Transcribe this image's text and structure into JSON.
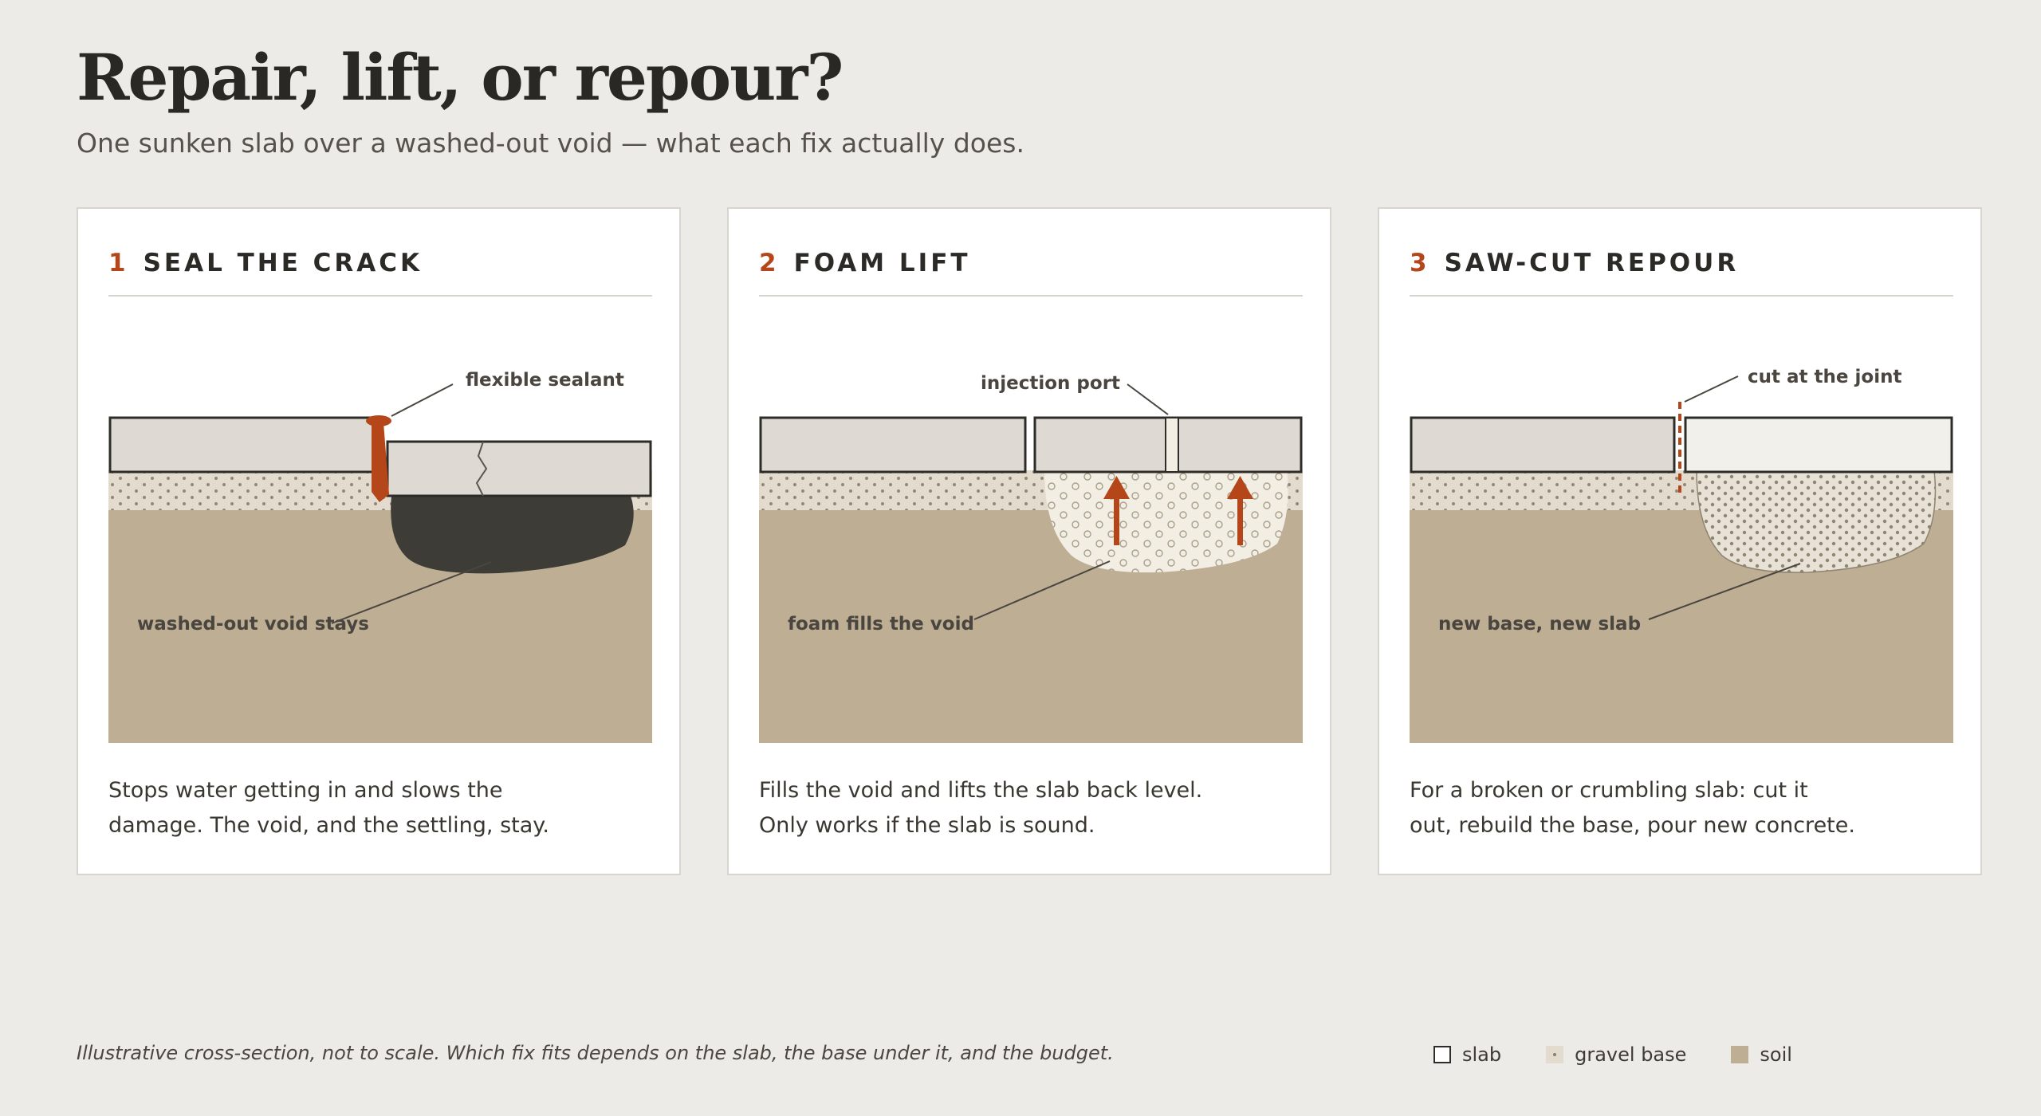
{
  "header": {
    "title": "Repair, lift, or repour?",
    "subtitle": "One sunken slab over a washed-out void — what each fix actually does."
  },
  "cards": [
    {
      "number": "1",
      "title": "SEAL THE CRACK",
      "labels": {
        "top": "flexible sealant",
        "bottom": "washed-out void stays"
      },
      "description": "Stops water getting in and slows the damage. The void, and the settling, stay."
    },
    {
      "number": "2",
      "title": "FOAM LIFT",
      "labels": {
        "top": "injection port",
        "bottom": "foam fills the void"
      },
      "description": "Fills the void and lifts the slab back level. Only works if the slab is sound."
    },
    {
      "number": "3",
      "title": "SAW-CUT REPOUR",
      "labels": {
        "top": "cut at the joint",
        "bottom": "new base, new slab"
      },
      "description": "For a broken or crumbling slab: cut it out, rebuild the base, pour new concrete."
    }
  ],
  "footnote": "Illustrative cross-section, not to scale. Which fix fits depends on the slab, the base under it, and the budget.",
  "legend": [
    {
      "label": "slab",
      "icon": "slab-swatch"
    },
    {
      "label": "gravel base",
      "icon": "gravel-swatch"
    },
    {
      "label": "soil",
      "icon": "soil-swatch"
    }
  ],
  "colors": {
    "background": "#ecebe7",
    "accent": "#b5461a",
    "slab": "#dedad3",
    "slab_new": "#f2f0eb",
    "gravel": "#e3dcce",
    "soil": "#bdae94",
    "void": "#3e3c37",
    "foam": "#f3eee3"
  }
}
